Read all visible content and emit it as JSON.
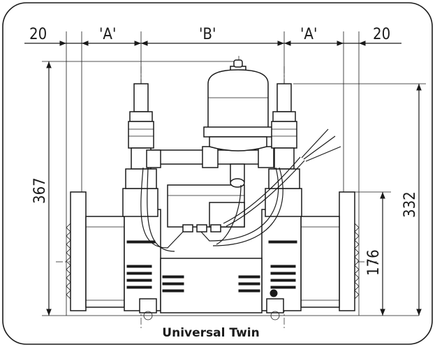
{
  "dimensions": {
    "left_margin": "20",
    "right_margin": "20",
    "a_left": "'A'",
    "a_right": "'A'",
    "b": "'B'",
    "overall_height": "367",
    "body_height": "332",
    "port_height": "176"
  },
  "caption": "Universal Twin",
  "colors": {
    "line": "#1a1a1a",
    "background": "#ffffff"
  }
}
